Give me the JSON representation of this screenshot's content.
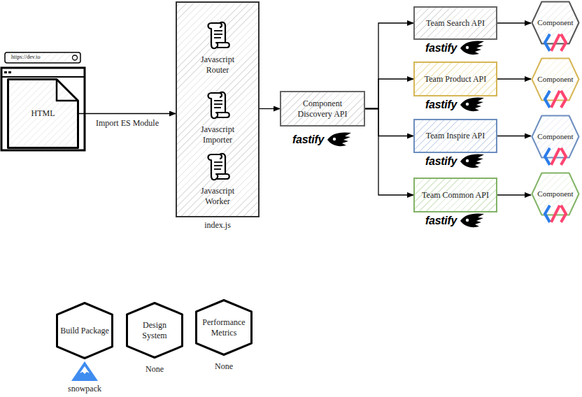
{
  "diagram": {
    "nodes": [
      {
        "text": [
          "HTML"
        ]
      },
      {
        "text": [
          "index.js"
        ]
      },
      {
        "text": [
          "Javascript Router"
        ],
        "in": 1
      },
      {
        "text": [
          "Javascript Importer"
        ],
        "in": 1
      },
      {
        "text": [
          "Javascript Worker"
        ],
        "in": 1
      },
      {
        "text": [
          "Component Discovery API",
          "fastify"
        ]
      },
      {
        "text": [
          "Team Search API",
          "fastify"
        ]
      },
      {
        "text": [
          "Team Product API",
          "fastify"
        ]
      },
      {
        "text": [
          "Team Inspire API",
          "fastify"
        ]
      },
      {
        "text": [
          "Team Common API",
          "fastify"
        ]
      },
      {
        "text": [
          "Component"
        ]
      },
      {
        "text": [
          "Component"
        ]
      },
      {
        "text": [
          "Component"
        ]
      },
      {
        "text": [
          "Component"
        ]
      },
      {
        "text": [
          "Build Package",
          "snowpack"
        ]
      },
      {
        "text": [
          "Design System",
          "None"
        ]
      },
      {
        "text": [
          "Performance Metrics",
          "None"
        ]
      }
    ],
    "edges": [
      {
        "from": 0,
        "to": 1,
        "label": "Import ES Module",
        "arrow": "to"
      },
      {
        "from": 1,
        "to": 5,
        "arrow": "to"
      },
      {
        "from": 5,
        "to": 6,
        "arrow": "to"
      },
      {
        "from": 5,
        "to": 7,
        "arrow": "to"
      },
      {
        "from": 5,
        "to": 8,
        "arrow": "to"
      },
      {
        "from": 5,
        "to": 9,
        "arrow": "to"
      },
      {
        "from": 6,
        "to": 10,
        "arrow": "to"
      },
      {
        "from": 7,
        "to": 11,
        "arrow": "to"
      },
      {
        "from": 8,
        "to": 12,
        "arrow": "to"
      },
      {
        "from": 9,
        "to": 13,
        "arrow": "to"
      }
    ],
    "labels": [
      "https://dev.to"
    ]
  }
}
